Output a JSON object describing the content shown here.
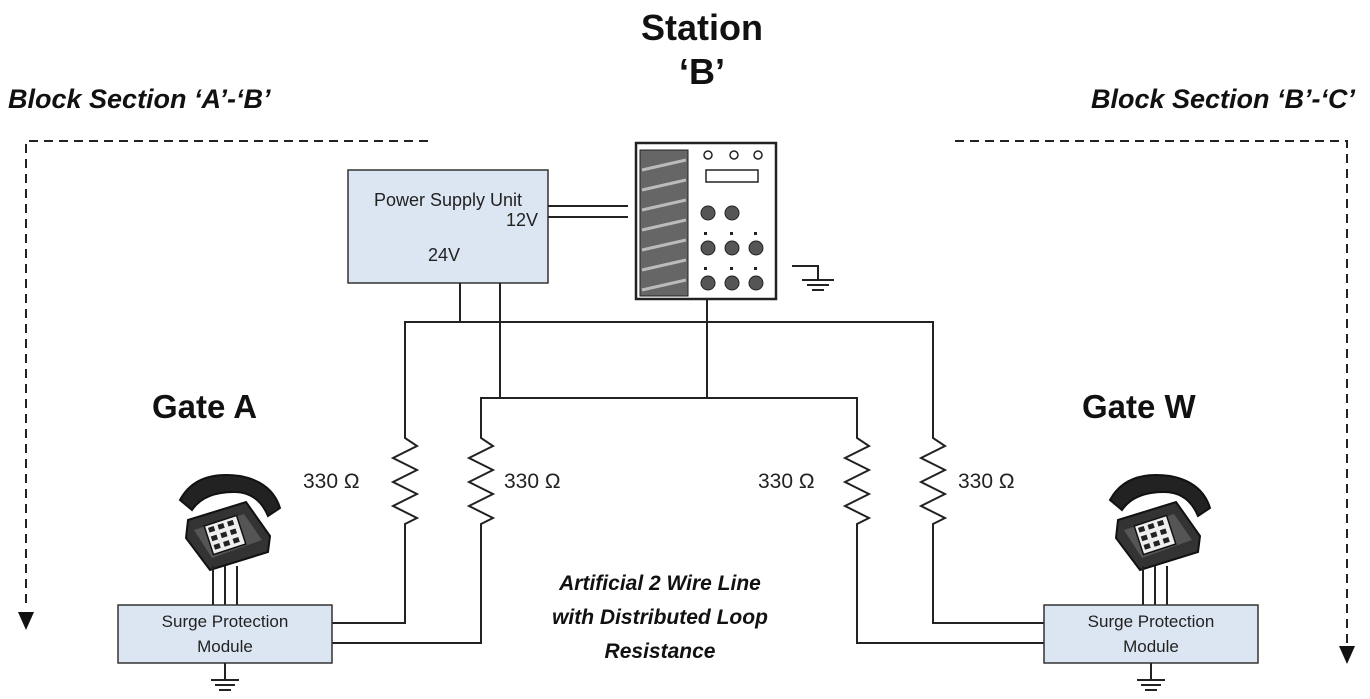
{
  "station": {
    "line1": "Station",
    "line2": "‘B’"
  },
  "sections": {
    "left": "Block Section ‘A’-‘B’",
    "right": "Block Section ‘B’-‘C’"
  },
  "power_supply": {
    "label": "Power Supply Unit",
    "v12": "12V",
    "v24": "24V"
  },
  "gates": {
    "left": "Gate A",
    "right": "Gate W"
  },
  "resistors": [
    "330 Ω",
    "330 Ω",
    "330 Ω",
    "330 Ω"
  ],
  "surge_module": {
    "line1": "Surge Protection",
    "line2": "Module"
  },
  "note": {
    "line1": "Artificial 2 Wire Line",
    "line2": "with Distributed Loop",
    "line3": "Resistance"
  },
  "colors": {
    "box_fill": "#dce6f2",
    "line": "#222222"
  }
}
